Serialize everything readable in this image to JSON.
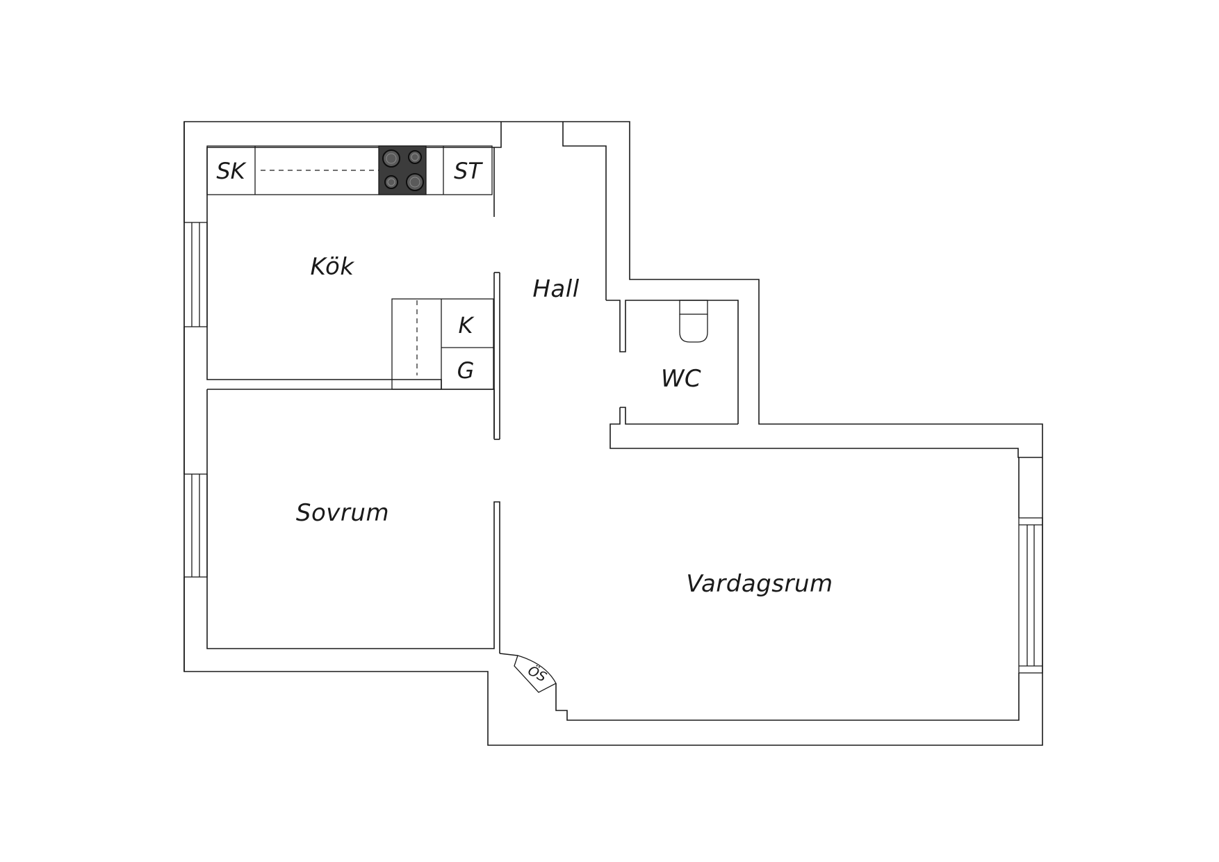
{
  "rooms": {
    "kok": "Kök",
    "hall": "Hall",
    "wc": "WC",
    "sovrum": "Sovrum",
    "vardagsrum": "Vardagsrum"
  },
  "fixtures": {
    "sink": "SK",
    "stove_cabinet": "ST",
    "fridge": "K",
    "freezer": "G",
    "closet": "ÖS"
  }
}
